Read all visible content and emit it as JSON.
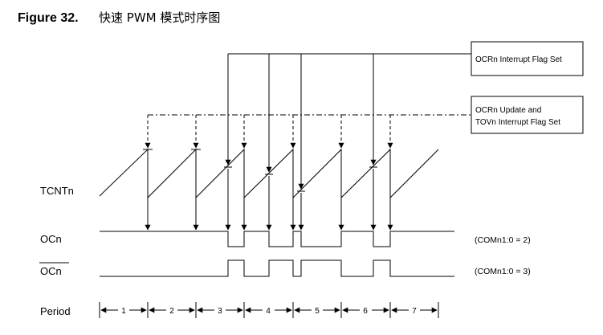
{
  "figure": {
    "number": "Figure 32.",
    "title": "快速 PWM 模式时序图"
  },
  "callouts": {
    "ocr_flag": "OCRn Interrupt Flag Set",
    "update_line1": "OCRn Update and",
    "update_line2": "TOVn Interrupt Flag Set"
  },
  "signals": {
    "counter": "TCNTn",
    "output": "OCn",
    "output_inverted": "OCn",
    "period": "Period"
  },
  "modes": {
    "non_inverting": "(COMn1:0 = 2)",
    "inverting": "(COMn1:0 = 3)"
  },
  "periods": [
    "1",
    "2",
    "3",
    "4",
    "5",
    "6",
    "7"
  ],
  "colors": {
    "line": "#000000",
    "background": "#ffffff"
  }
}
